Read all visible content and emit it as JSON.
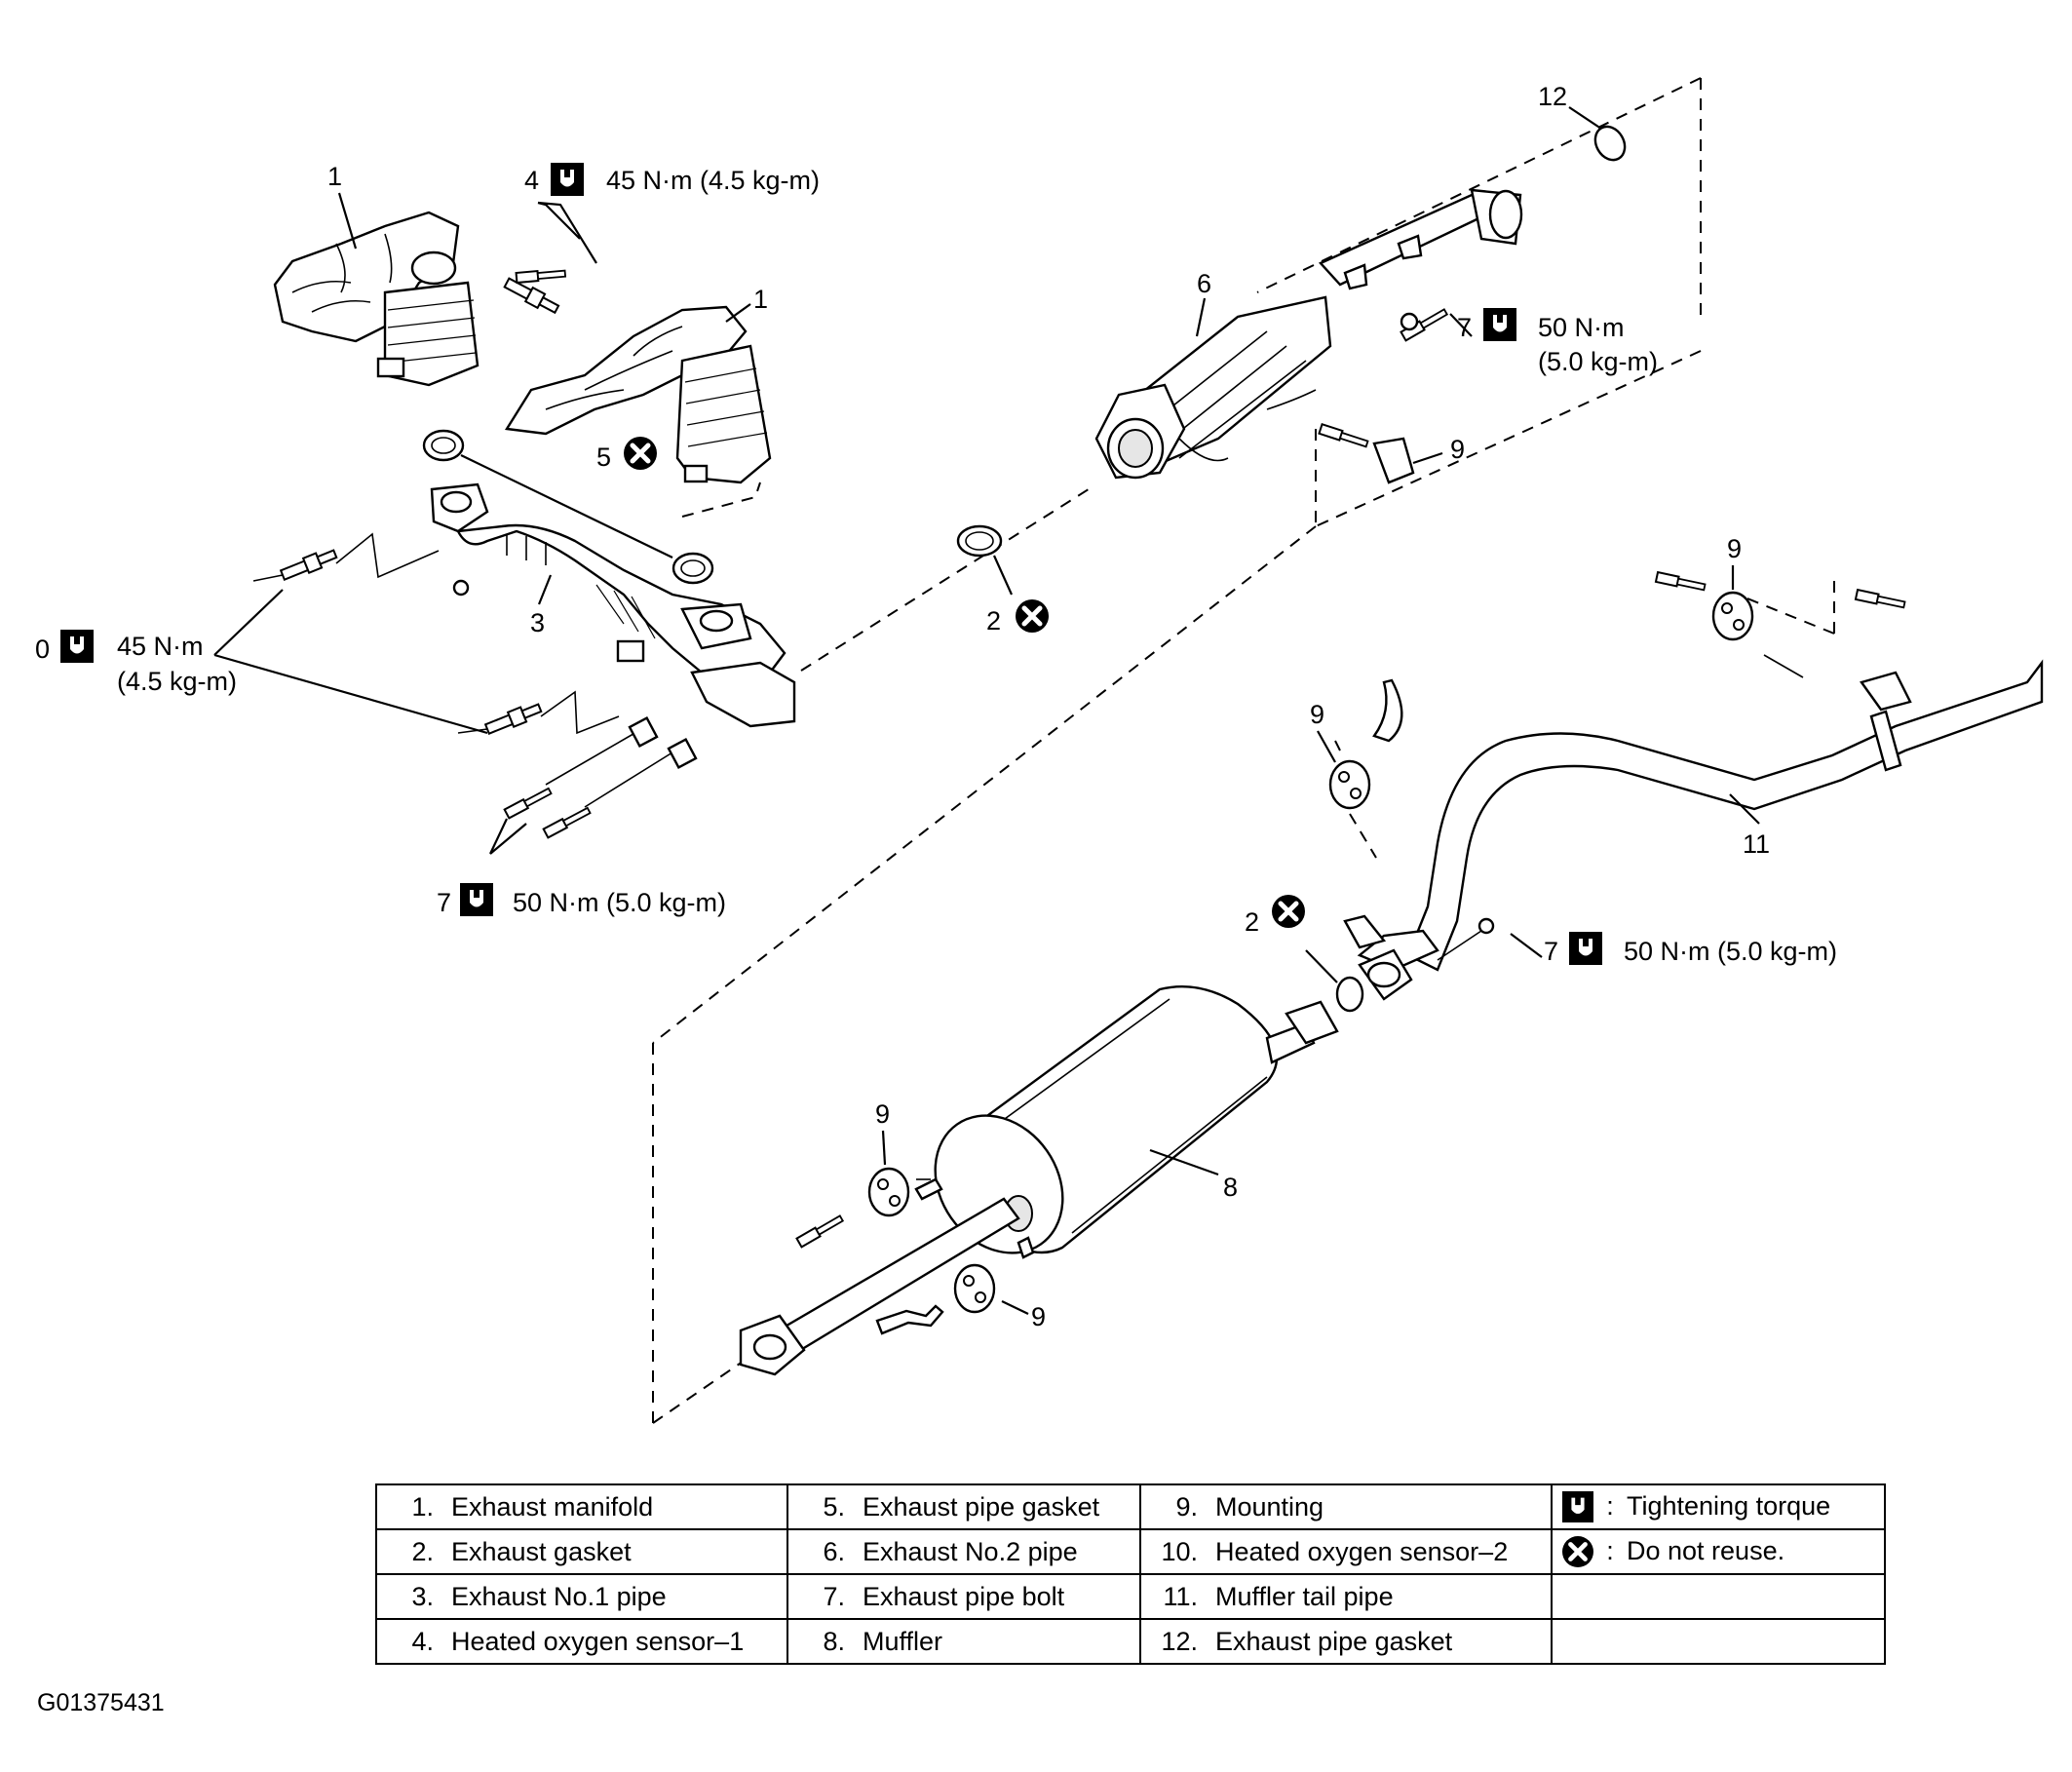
{
  "callouts": {
    "p1a": "1",
    "p1b": "1",
    "p2a": "2",
    "p2b": "2",
    "p3": "3",
    "p4": "4",
    "p5": "5",
    "p6": "6",
    "p7a": "7",
    "p7b": "7",
    "p7c": "7",
    "p8": "8",
    "p9a": "9",
    "p9b": "9",
    "p9c": "9",
    "p9d": "9",
    "p9e": "9",
    "p10": "0",
    "p11": "11",
    "p12": "12"
  },
  "torques": {
    "t4": "45 N·m (4.5 kg-m)",
    "t10_line1": "45 N·m",
    "t10_line2": "(4.5 kg-m)",
    "t7_front": "50 N·m (5.0 kg-m)",
    "t7_top_line1": "50 N·m",
    "t7_top_line2": "(5.0 kg-m)",
    "t7_rear": "50 N·m (5.0 kg-m)"
  },
  "legend": {
    "rows": [
      [
        {
          "n": "1.",
          "t": "Exhaust manifold"
        },
        {
          "n": "5.",
          "t": "Exhaust pipe gasket"
        },
        {
          "n": "9.",
          "t": "Mounting"
        }
      ],
      [
        {
          "n": "2.",
          "t": "Exhaust gasket"
        },
        {
          "n": "6.",
          "t": "Exhaust No.2 pipe"
        },
        {
          "n": "10.",
          "t": "Heated oxygen sensor–2"
        }
      ],
      [
        {
          "n": "3.",
          "t": "Exhaust No.1 pipe"
        },
        {
          "n": "7.",
          "t": "Exhaust pipe bolt"
        },
        {
          "n": "11.",
          "t": "Muffler tail pipe"
        }
      ],
      [
        {
          "n": "4.",
          "t": "Heated oxygen sensor–1"
        },
        {
          "n": "8.",
          "t": "Muffler"
        },
        {
          "n": "12.",
          "t": "Exhaust pipe gasket"
        }
      ]
    ],
    "symbols": {
      "torque": {
        "colon": ":",
        "text": "Tightening torque",
        "icon": "torque-wrench-icon"
      },
      "no_reuse": {
        "colon": ":",
        "text": "Do not reuse.",
        "icon": "do-not-reuse-icon"
      }
    }
  },
  "figure_id": "G01375431"
}
